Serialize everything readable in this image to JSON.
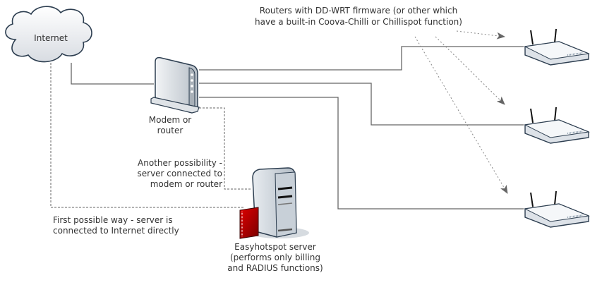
{
  "diagram": {
    "nodes": {
      "internet": {
        "label": "Internet"
      },
      "modem": {
        "label_line1": "Modem or",
        "label_line2": "router"
      },
      "server": {
        "label_line1": "Easyhotspot server",
        "label_line2": "(performs only billing",
        "label_line3": "and RADIUS functions)"
      },
      "routers": {
        "count": 3,
        "kind": "wireless-router"
      }
    },
    "annotations": {
      "routers_note_line1": "Routers with DD-WRT firmware (or other which",
      "routers_note_line2": "have a built-in Coova-Chilli or Chillispot function)",
      "another_line1": "Another possibility -",
      "another_line2": "server connected to",
      "another_line3": "modem or router",
      "first_line1": "First possible way - server is",
      "first_line2": "connected to Internet directly"
    },
    "edges": [
      {
        "from": "internet",
        "to": "modem",
        "style": "solid"
      },
      {
        "from": "modem",
        "to": "router-1",
        "style": "solid"
      },
      {
        "from": "modem",
        "to": "router-2",
        "style": "solid"
      },
      {
        "from": "modem",
        "to": "router-3",
        "style": "solid"
      },
      {
        "from": "internet",
        "to": "server",
        "style": "dashed"
      },
      {
        "from": "modem",
        "to": "server",
        "style": "dashed"
      },
      {
        "from": "routers-note",
        "to": "router-1",
        "style": "dotted-arrow"
      },
      {
        "from": "routers-note",
        "to": "router-2",
        "style": "dotted-arrow"
      },
      {
        "from": "routers-note",
        "to": "router-3",
        "style": "dotted-arrow"
      }
    ],
    "colors": {
      "line": "#666666",
      "text": "#333333",
      "book": "#c00000"
    }
  }
}
